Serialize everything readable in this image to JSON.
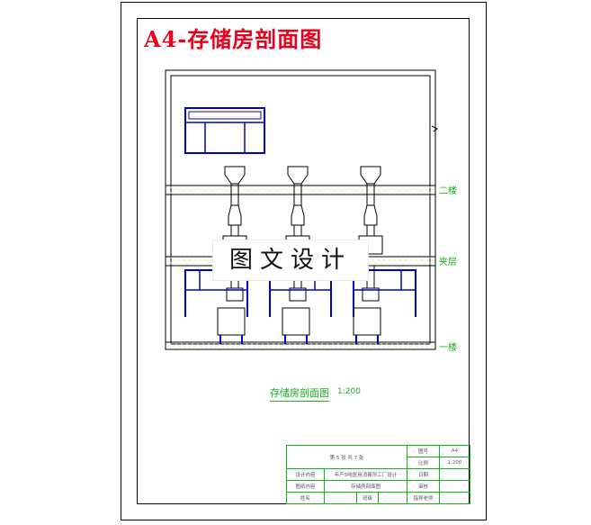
{
  "title": "A4-存储房剖面图",
  "levels": {
    "second_floor": "二楼",
    "mezzanine": "夹层",
    "first_floor": "一楼"
  },
  "watermark": "图文设计",
  "caption": {
    "name": "存储房剖面图",
    "scale": "1:200"
  },
  "title_block": {
    "sheet_info": "第 5 张   共 7 张",
    "size_label": "图号",
    "size_value": "A4",
    "scale_label": "比例",
    "scale_value": "1:200",
    "design_label": "设计内容",
    "design_value": "年产5吨医用消毒剂工厂设计",
    "date_label": "日期",
    "drawing_label": "图纸内容",
    "drawing_value": "存储房剖面图",
    "review_label": "审核",
    "name_label": "姓名",
    "class_label": "班级",
    "teacher_label": "指导老师"
  },
  "colors": {
    "title": "#e8001c",
    "equipment": "#0000cc",
    "annotation": "#1ab01a",
    "hatch": "#e8e070"
  }
}
